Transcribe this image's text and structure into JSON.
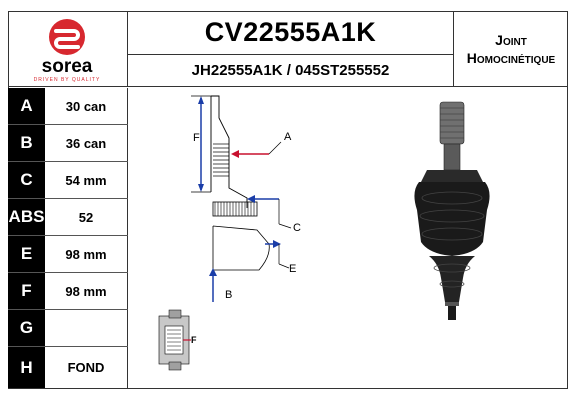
{
  "brand": {
    "name": "sorea",
    "tagline": "DRIVEN BY QUALITY",
    "logo_color": "#d7282f"
  },
  "header": {
    "reference": "CV22555A1K",
    "alt_references": "JH22555A1K / 045ST255552",
    "type_line1": "Joint",
    "type_line2": "Homocinétique"
  },
  "specs": [
    {
      "key": "A",
      "value": "30 can"
    },
    {
      "key": "B",
      "value": "36 can"
    },
    {
      "key": "C",
      "value": "54 mm"
    },
    {
      "key": "ABS",
      "value": "52"
    },
    {
      "key": "E",
      "value": "98 mm"
    },
    {
      "key": "F",
      "value": "98 mm"
    },
    {
      "key": "G",
      "value": ""
    },
    {
      "key": "H",
      "value": "FOND"
    }
  ],
  "diagram": {
    "labels": {
      "A": "A",
      "B": "B",
      "C": "C",
      "E": "E",
      "F": "F"
    },
    "mini_label": "F",
    "arrow_blue": "#1a3da8",
    "arrow_red": "#c8102e"
  }
}
